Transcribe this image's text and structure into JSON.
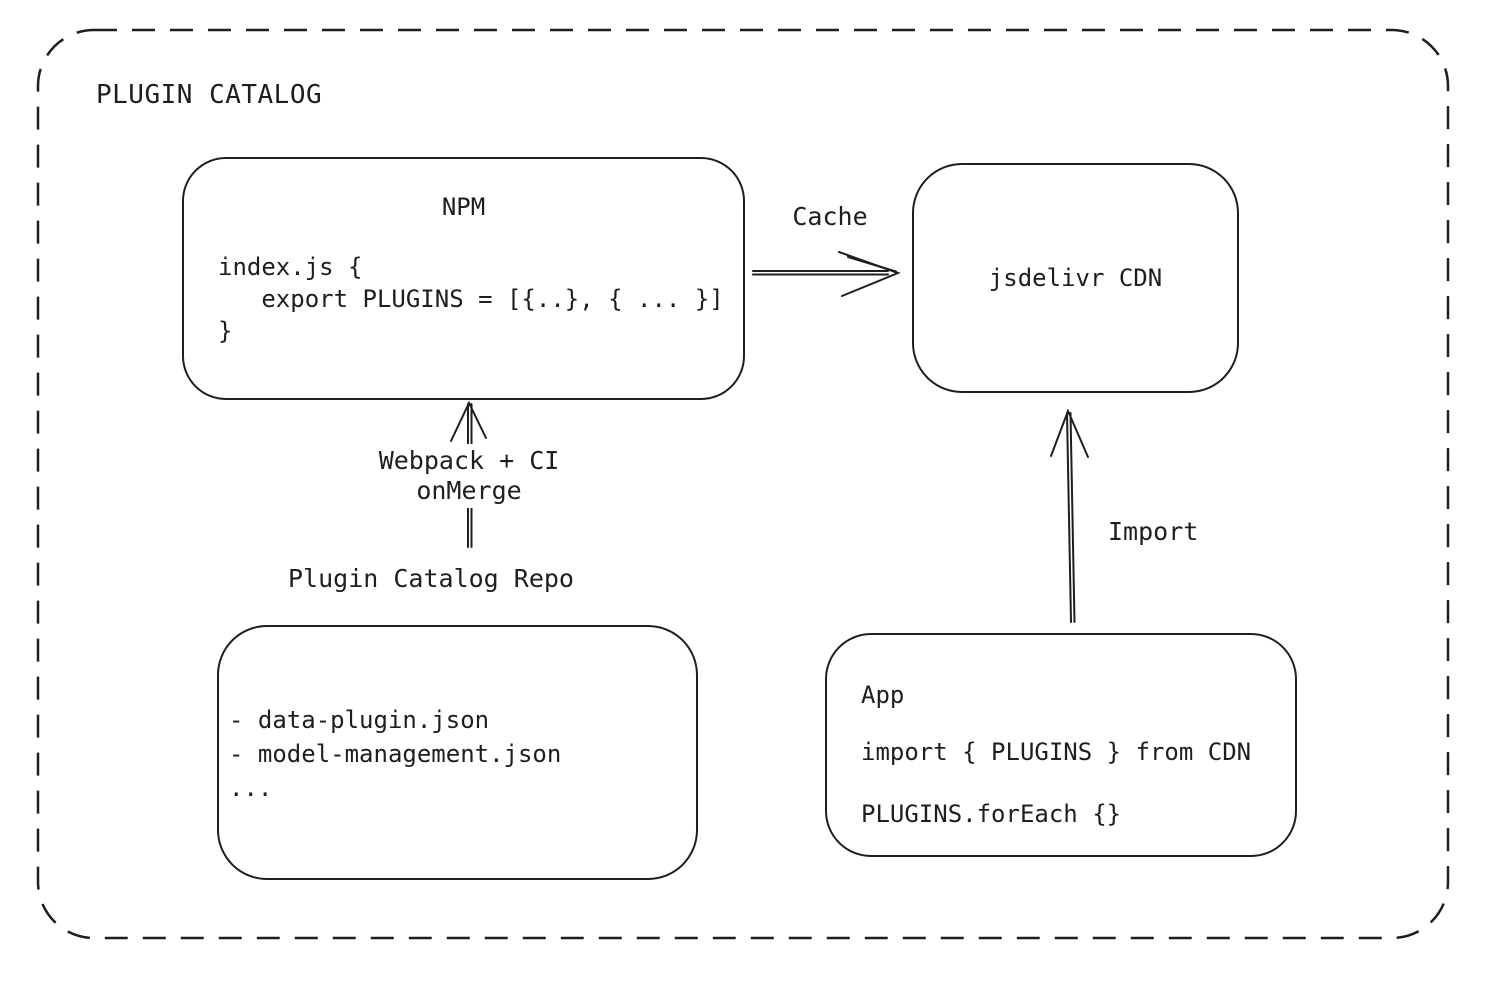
{
  "diagram": {
    "title": "PLUGIN CATALOG",
    "npm": {
      "title": "NPM",
      "code": "index.js {\n   export PLUGINS = [{..}, { ... }]\n}"
    },
    "cdn": {
      "label": "jsdelivr CDN"
    },
    "repo": {
      "heading": "Plugin Catalog Repo",
      "files": "- data-plugin.json\n- model-management.json\n..."
    },
    "app": {
      "title": "App",
      "code_line_1": "import { PLUGINS } from CDN",
      "code_line_2": "PLUGINS.forEach {}"
    },
    "arrows": {
      "cache": {
        "label": "Cache",
        "from": "NPM",
        "to": "jsdelivr CDN"
      },
      "build": {
        "label": "Webpack + CI\nonMerge",
        "from": "Plugin Catalog Repo",
        "to": "NPM"
      },
      "import": {
        "label": "Import",
        "from": "App",
        "to": "jsdelivr CDN"
      }
    },
    "colors": {
      "stroke": "#1e1e1e",
      "background": "#ffffff"
    }
  }
}
